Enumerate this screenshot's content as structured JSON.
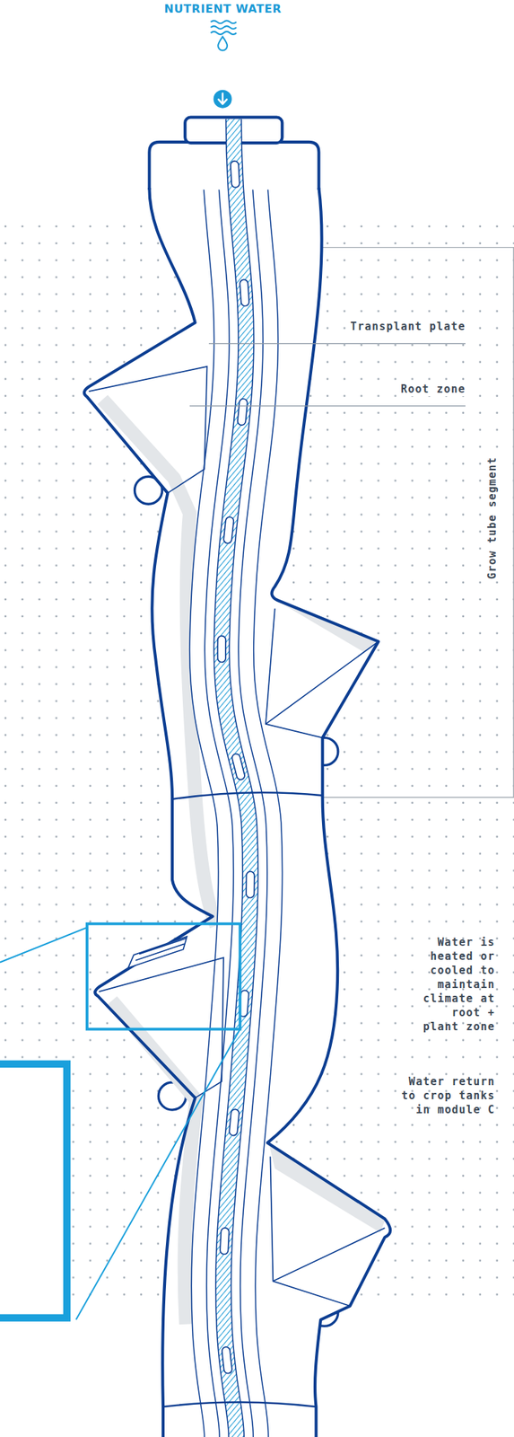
{
  "diagram": {
    "labels": [
      "NUTRIENT WATER",
      "Transplant plate",
      "Root zone",
      "Grow tube segment",
      "Water is heated or cooled to maintain climate at root + plant zone",
      "Water return to crop tanks in module C"
    ]
  }
}
